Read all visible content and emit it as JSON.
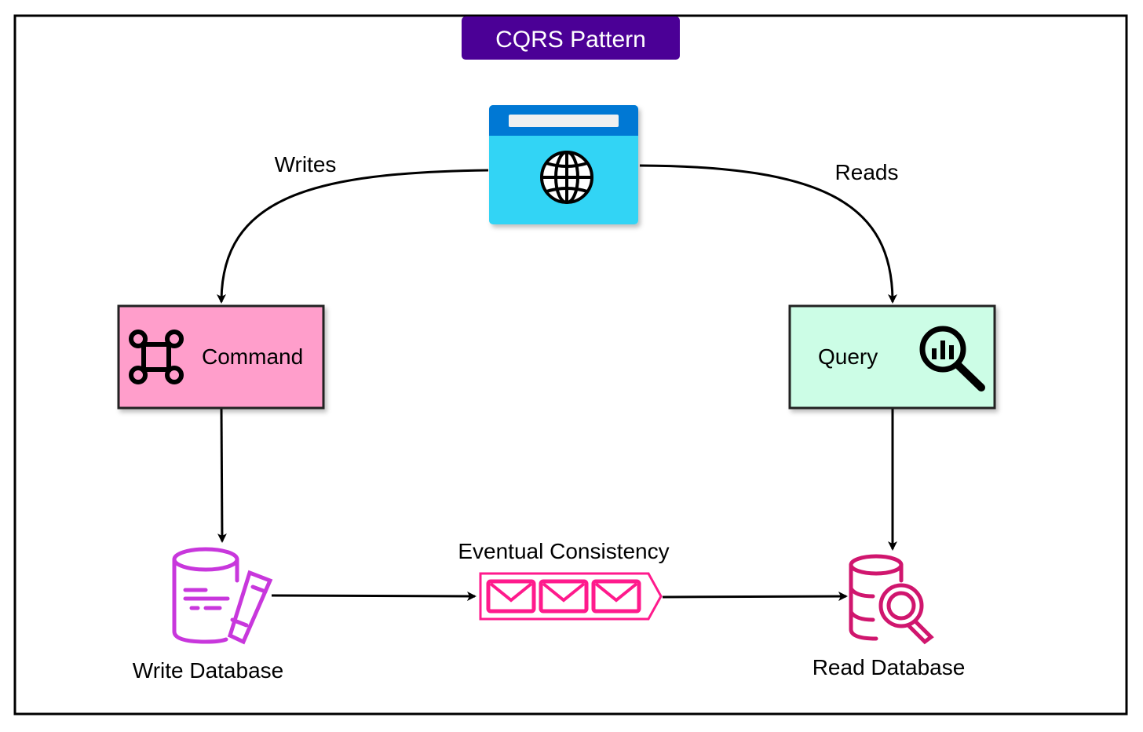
{
  "title": "CQRS Pattern",
  "colors": {
    "title_bg": "#4b0096",
    "client_header": "#0078d4",
    "client_body": "#32d4f5",
    "command_bg": "#ff9ecb",
    "query_bg": "#ccfde6",
    "write_db": "#c837dc",
    "queue": "#ff1a8c",
    "read_db": "#d0166e"
  },
  "nodes": {
    "client": {
      "icon": "web-app-globe-icon"
    },
    "command": {
      "label": "Command",
      "icon": "command-key-icon"
    },
    "query": {
      "label": "Query",
      "icon": "search-chart-icon"
    },
    "write_db": {
      "label": "Write Database",
      "icon": "database-edit-icon"
    },
    "queue": {
      "label": "Eventual Consistency",
      "icon": "message-queue-icon"
    },
    "read_db": {
      "label": "Read Database",
      "icon": "database-search-icon"
    }
  },
  "edges": {
    "writes": "Writes",
    "reads": "Reads"
  }
}
